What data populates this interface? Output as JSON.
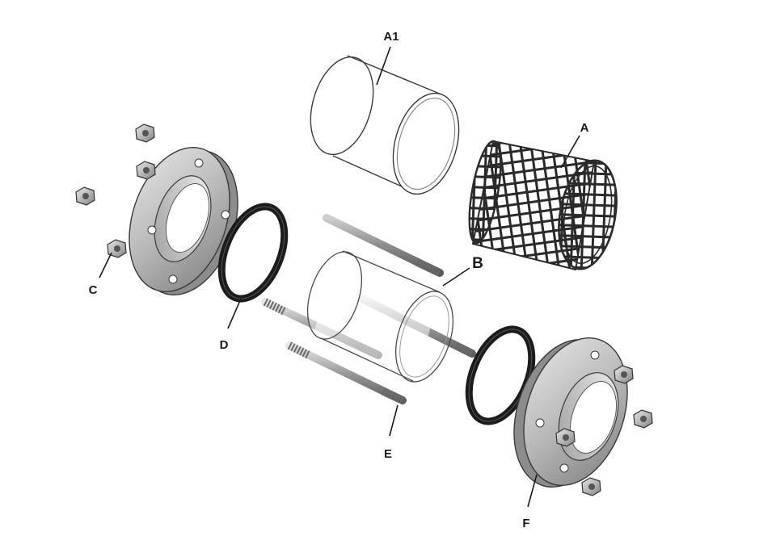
{
  "diagram": {
    "labels": {
      "a1": "A1",
      "a": "A",
      "b": "B",
      "c": "C",
      "d": "D",
      "e": "E",
      "f": "F"
    },
    "colors": {
      "metal_light": "#d9d9d9",
      "metal_mid": "#a8a8a8",
      "metal_dark": "#6f6f6f",
      "gasket": "#1c1c1c",
      "tube_outline": "#4a4a4a",
      "line": "#1a1a1a"
    }
  }
}
